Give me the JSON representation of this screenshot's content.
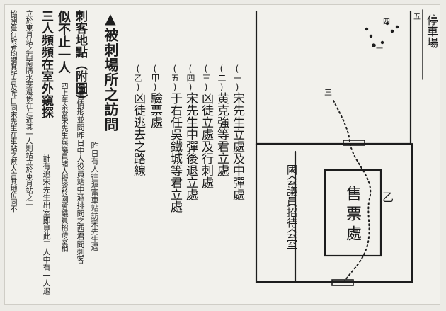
{
  "title": "被刺場所之訪問",
  "title_mark": "▲",
  "subtitle": "昨日有人往滬甯車站訪宋先生遇",
  "headline": {
    "line1": "刺客地點（附圖）",
    "line2": "似不止一人",
    "line3": "三人頻頻在室外窺探"
  },
  "body_columns": [
    "害情形並問昨日中人役員站中酒排問之西君問刺客",
    "四上年余當宋先生與議員諸人擬談於國會議員招待室稍",
    "計有追宋先生出室即見此三人中有一人退",
    "立於東月站之西南隅水塞邊係在左近其一人則站立於東月站之一",
    "協開簷行對者均謂其所言及昨日同宋先生在車站之數人言其地位同不"
  ],
  "legend": [
    {
      "id": "legend-1",
      "mark": "(一)",
      "text": "宋先生立處及中彈處"
    },
    {
      "id": "legend-2",
      "mark": "(二)",
      "text": "黄克強等君立處"
    },
    {
      "id": "legend-3",
      "mark": "(三)",
      "text": "凶徒立處及行刺處"
    },
    {
      "id": "legend-4",
      "mark": "(四)",
      "text": "宋先生中彈後退立處"
    },
    {
      "id": "legend-5",
      "mark": "(五)",
      "text": "于右任吳鐵城等君立處"
    },
    {
      "id": "legend-6",
      "mark": "(甲)",
      "text": "驗票處"
    },
    {
      "id": "legend-7",
      "mark": "(乙)",
      "text": "凶徒逃去之路線"
    }
  ],
  "map": {
    "parking": "停車場",
    "lounge": "國会議員招待会室",
    "ticket_office": "售票處",
    "route_mark": "乙",
    "num_5": "五",
    "num_4": "四",
    "num_3": "三",
    "num_1": "一"
  },
  "colors": {
    "ink": "#1d1d1d",
    "paper": "#f2f1ec",
    "border": "#ecebe6"
  }
}
